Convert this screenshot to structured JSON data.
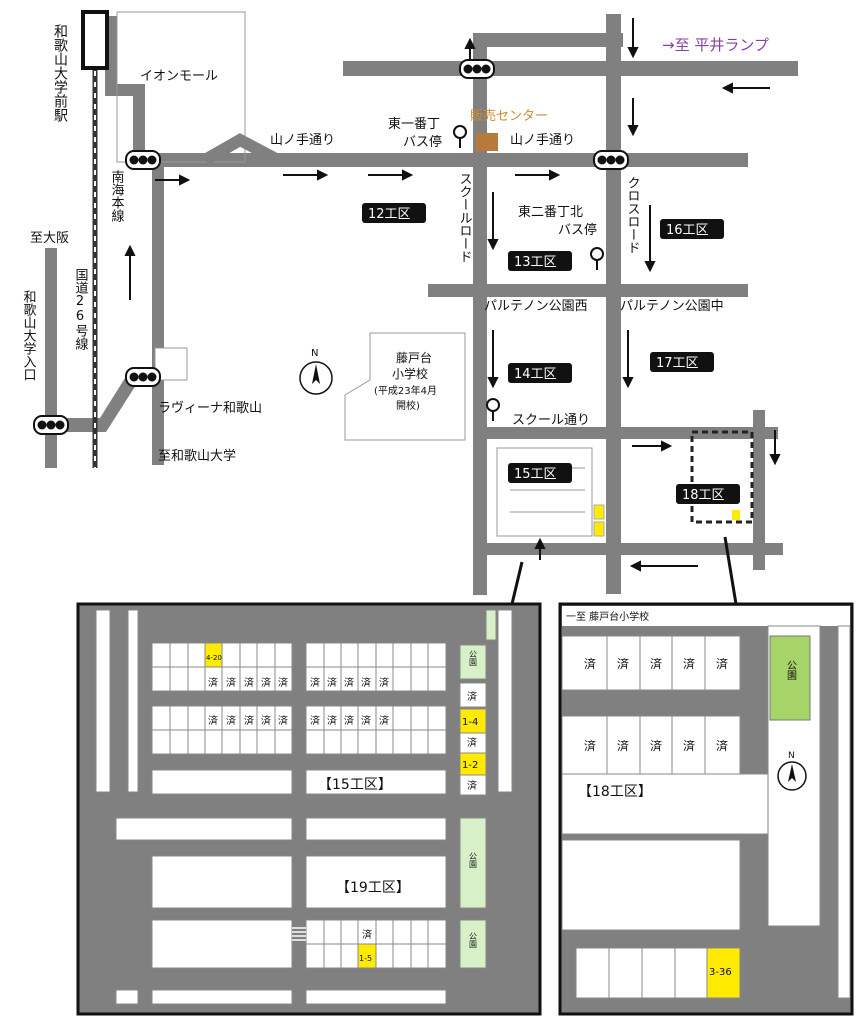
{
  "labels": {
    "station": "和歌山大学前駅",
    "aeon": "イオンモール",
    "yamanote1": "山ノ手通り",
    "yamanote2": "山ノ手通り",
    "hiraiRamp": "→至 平井ランプ",
    "salesCenter": "販売センター",
    "busStop1a": "東一番丁",
    "busStop1b": "バス停",
    "busStop2a": "東二番丁北",
    "busStop2b": "バス停",
    "nankai": "南海本線",
    "route26": "国道26号線",
    "toOsaka": "至大阪",
    "univEntrance": "和歌山大学入口",
    "lavina": "ラヴィーナ和歌山",
    "toUniv": "至和歌山大学",
    "schoolRoad": "スクールロード",
    "crossRoad": "クロスロード",
    "parthenonWest": "パルテノン公園西",
    "parthenonMid": "パルテノン公園中",
    "schoolStreet": "スクール通り",
    "fujitoA": "藤戸台",
    "fujitoB": "小学校",
    "fujitoC": "(平成23年4月",
    "fujitoD": "開校)",
    "north": "N"
  },
  "districts": {
    "d12": "12工区",
    "d13": "13工区",
    "d14": "14工区",
    "d15": "15工区",
    "d16": "16工区",
    "d17": "17工区",
    "d18": "18工区"
  },
  "detail15": {
    "lotA": "4-20",
    "lotB": "1-4",
    "lotC": "1-2",
    "lotD": "1-5",
    "done": "済",
    "park": "公園",
    "title15": "【15工区】",
    "title19": "【19工区】"
  },
  "detail18": {
    "heading": "一至 藤戸台小学校",
    "done": "済",
    "park": "公園",
    "title": "【18工区】",
    "lot": "3-36",
    "north": "N"
  },
  "colors": {
    "road": "#808080",
    "highlight": "#ffea00",
    "park": "#a6d468",
    "parkLight": "#d8f0c8",
    "ramp": "#8a3fa6",
    "sales": "#e8a040"
  }
}
